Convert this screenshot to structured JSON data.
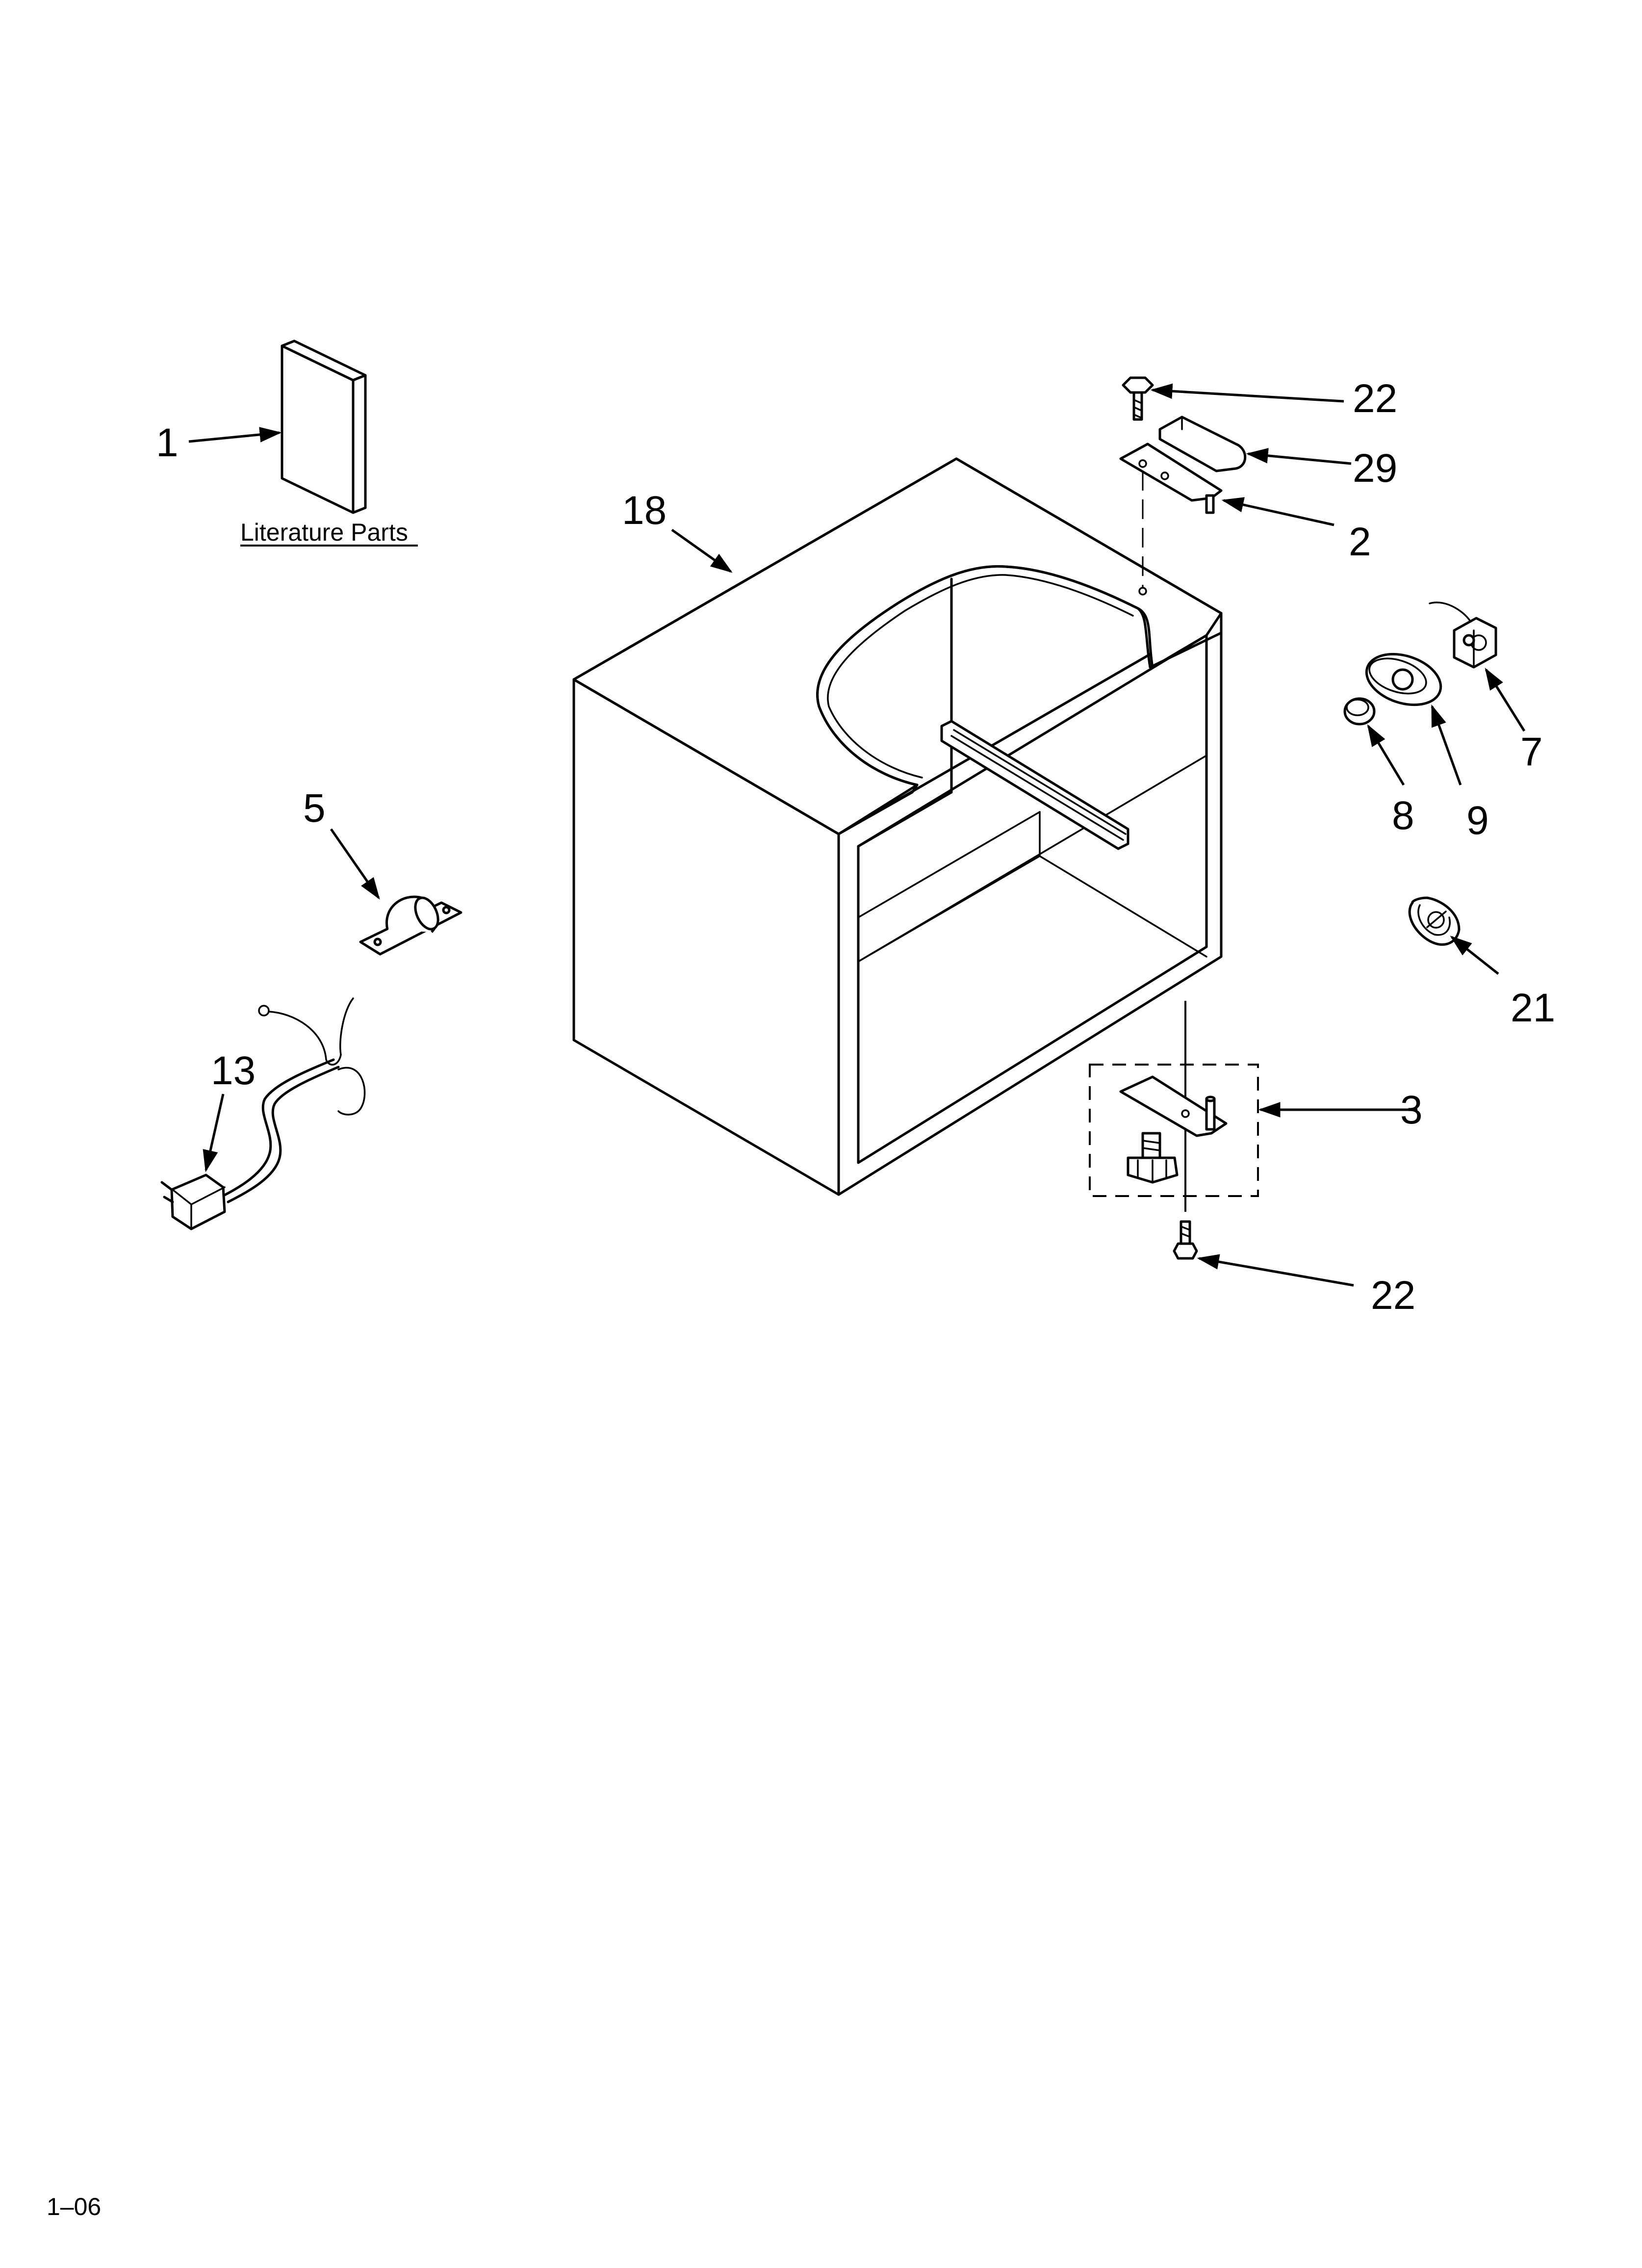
{
  "labels": {
    "p1": "1",
    "literature": "Literature Parts",
    "p18": "18",
    "p22_top": "22",
    "p29": "29",
    "p2": "2",
    "p7": "7",
    "p8": "8",
    "p9": "9",
    "p5": "5",
    "p21": "21",
    "p13": "13",
    "p3": "3",
    "p22_bottom": "22",
    "page_code": "1–06"
  }
}
